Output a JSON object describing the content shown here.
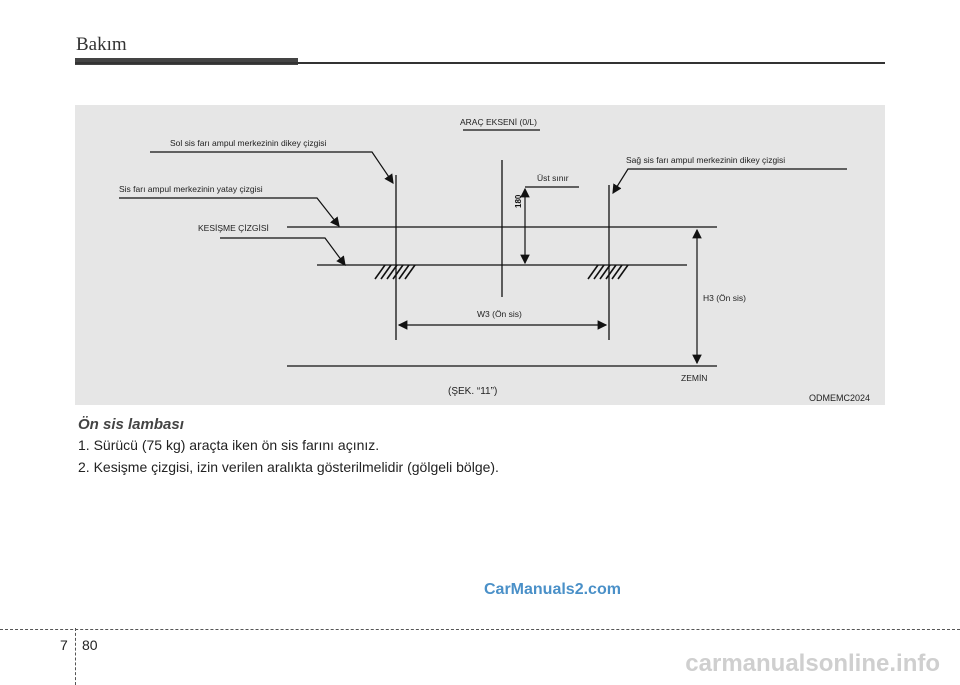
{
  "header": {
    "title": "Bakım"
  },
  "figure": {
    "labels": {
      "vehicle_axis": "ARAÇ EKSENİ (0/L)",
      "left_vertical": "Sol sis farı ampul merkezinin dikey çizgisi",
      "horizontal": "Sis farı ampul merkezinin yatay çizgisi",
      "intersection": "KESİŞME ÇİZGİSİ",
      "upper_limit": "Üst sınır",
      "right_vertical": "Sağ sis farı ampul merkezinin dikey çizgisi",
      "dim_180": "180",
      "w3": "W3 (Ön sis)",
      "h3": "H3 (Ön sis)",
      "ground": "ZEMİN",
      "caption": "(ŞEK. “11”)",
      "code": "ODMEMC2024"
    }
  },
  "section": {
    "title": "Ön sis lambası",
    "steps": [
      "1. Sürücü (75 kg) araçta iken ön sis farını açınız.",
      "2. Kesişme çizgisi, izin verilen aralıkta gösterilmelidir (gölgeli bölge)."
    ]
  },
  "watermarks": {
    "mid": "CarManuals2.com",
    "bottom": "carmanualsonline.info"
  },
  "footer": {
    "chapter": "7",
    "page": "80"
  }
}
